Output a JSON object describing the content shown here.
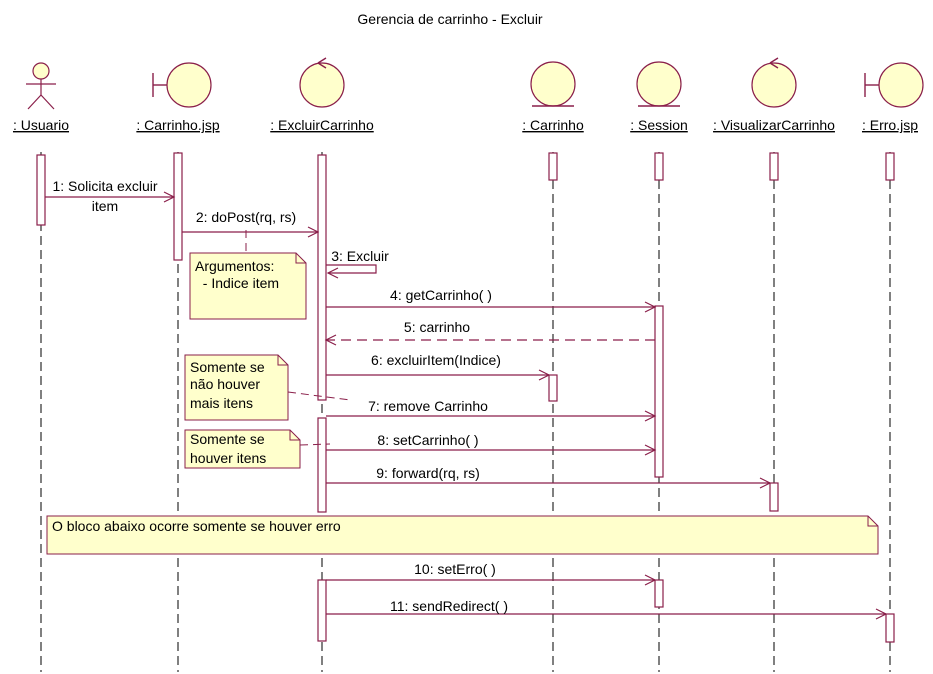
{
  "title": "Gerencia de carrinho - Excluir",
  "colors": {
    "line": "#8a1f4a",
    "fill": "#ffffcc",
    "stroke_shape": "#8a1f4a",
    "note_stroke": "#8a1f4a"
  },
  "participants": [
    {
      "id": "usuario",
      "label": ": Usuario",
      "kind": "actor-icon"
    },
    {
      "id": "carrinho_jsp",
      "label": ": Carrinho.jsp",
      "kind": "boundary-icon"
    },
    {
      "id": "excluir_carrinho",
      "label": ": ExcluirCarrinho",
      "kind": "control-icon"
    },
    {
      "id": "carrinho",
      "label": ": Carrinho",
      "kind": "entity-icon"
    },
    {
      "id": "session",
      "label": ": Session",
      "kind": "entity-icon"
    },
    {
      "id": "visualizar_carrinho",
      "label": ": VisualizarCarrinho",
      "kind": "control-icon"
    },
    {
      "id": "erro_jsp",
      "label": ": Erro.jsp",
      "kind": "boundary-icon"
    }
  ],
  "messages": [
    {
      "lines": [
        "1: Solicita excluir",
        "item"
      ],
      "from": "usuario",
      "to": "carrinho_jsp",
      "style": "solid"
    },
    {
      "lines": [
        "2: doPost(rq, rs)"
      ],
      "from": "carrinho_jsp",
      "to": "excluir_carrinho",
      "style": "solid"
    },
    {
      "lines": [
        "3: Excluir"
      ],
      "from": "excluir_carrinho",
      "to": "excluir_carrinho",
      "style": "self"
    },
    {
      "lines": [
        "4: getCarrinho( )"
      ],
      "from": "excluir_carrinho",
      "to": "session",
      "style": "solid"
    },
    {
      "lines": [
        "5: carrinho"
      ],
      "from": "session",
      "to": "excluir_carrinho",
      "style": "dashed"
    },
    {
      "lines": [
        "6: excluirItem(Indice)"
      ],
      "from": "excluir_carrinho",
      "to": "carrinho",
      "style": "solid"
    },
    {
      "lines": [
        "7: remove Carrinho"
      ],
      "from": "excluir_carrinho",
      "to": "session",
      "style": "solid"
    },
    {
      "lines": [
        "8: setCarrinho( )"
      ],
      "from": "excluir_carrinho",
      "to": "session",
      "style": "solid"
    },
    {
      "lines": [
        "9: forward(rq, rs)"
      ],
      "from": "excluir_carrinho",
      "to": "visualizar_carrinho",
      "style": "solid"
    },
    {
      "lines": [
        "10: setErro( )"
      ],
      "from": "excluir_carrinho",
      "to": "session",
      "style": "solid"
    },
    {
      "lines": [
        "11: sendRedirect( )"
      ],
      "from": "excluir_carrinho",
      "to": "erro_jsp",
      "style": "solid"
    }
  ],
  "notes": [
    {
      "id": "note-argumentos",
      "lines": [
        "Argumentos:",
        "  - Indice item"
      ]
    },
    {
      "id": "note-somente-nao-houver",
      "lines": [
        "Somente se",
        "não houver",
        "mais itens"
      ]
    },
    {
      "id": "note-somente-houver",
      "lines": [
        "Somente se",
        "houver itens"
      ]
    },
    {
      "id": "note-bloco-erro",
      "lines": [
        "O bloco abaixo ocorre somente se houver erro"
      ]
    }
  ]
}
